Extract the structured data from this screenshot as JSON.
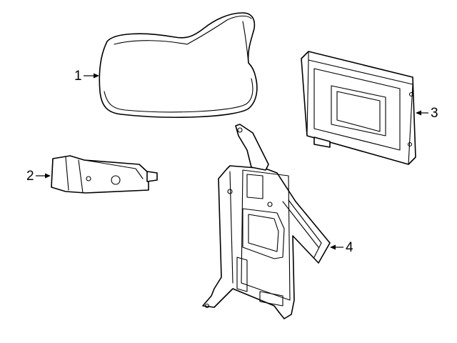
{
  "callouts": [
    {
      "id": "1"
    },
    {
      "id": "2"
    },
    {
      "id": "3"
    },
    {
      "id": "4"
    }
  ]
}
